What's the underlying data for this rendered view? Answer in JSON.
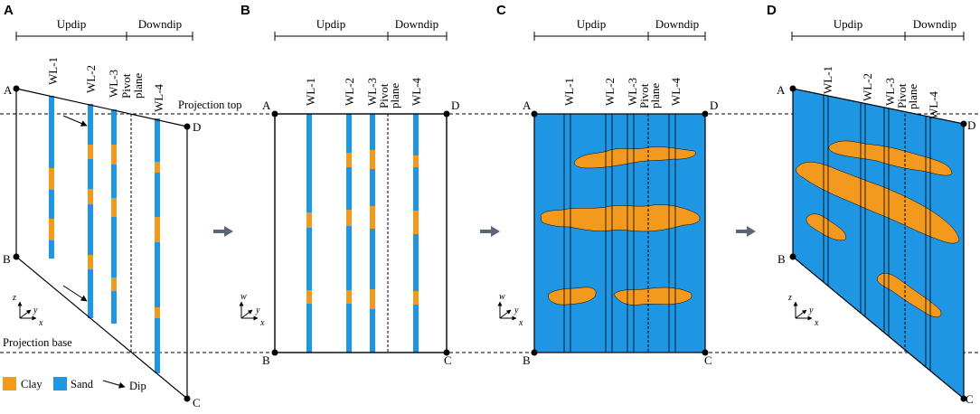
{
  "panels": {
    "A": {
      "label": "A",
      "updip": "Updip",
      "downdip": "Downdip",
      "projection_top": "Projection top",
      "projection_base": "Projection base"
    },
    "B": {
      "label": "B",
      "updip": "Updip",
      "downdip": "Downdip"
    },
    "C": {
      "label": "C",
      "updip": "Updip",
      "downdip": "Downdip"
    },
    "D": {
      "label": "D",
      "updip": "Updip",
      "downdip": "Downdip"
    }
  },
  "wells": [
    "WL-1",
    "WL-2",
    "WL-3",
    "WL-4"
  ],
  "pivot": [
    "Pivot",
    "plane"
  ],
  "corners": {
    "a": "A",
    "b": "B",
    "c": "C",
    "d": "D"
  },
  "axes": {
    "z": "z",
    "w": "w",
    "y": "y",
    "x": "x"
  },
  "legend": {
    "clay": "Clay",
    "sand": "Sand",
    "dip": "Dip"
  },
  "colors": {
    "clay": "#f39a1e",
    "sand": "#1e96e4",
    "line": "#000000"
  },
  "flow_arrow": "right-arrow-icon"
}
